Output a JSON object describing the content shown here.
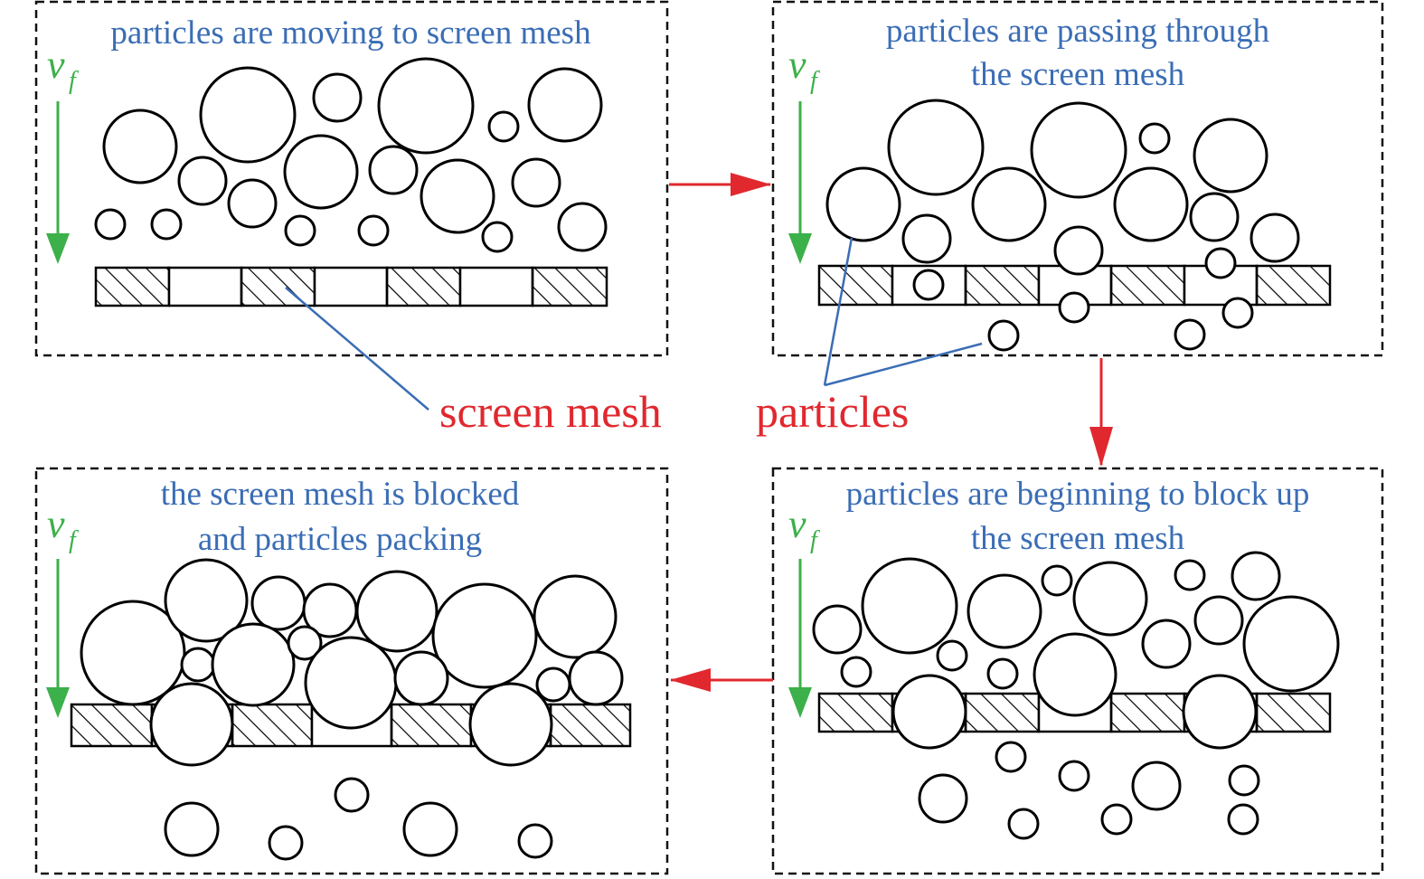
{
  "colors": {
    "panel_text": "#3a6db5",
    "label_red": "#e0282e",
    "flow_arrow": "#e0282e",
    "velocity": "#3cb04a",
    "leader_line": "#3a6db5"
  },
  "velocity_symbol": {
    "main": "v",
    "subscript": "f"
  },
  "panels": [
    {
      "lines": [
        "particles are moving to screen mesh"
      ]
    },
    {
      "lines": [
        "particles are passing through",
        "the screen mesh"
      ]
    },
    {
      "lines": [
        "particles are beginning to block up",
        "the screen mesh"
      ]
    },
    {
      "lines": [
        "the screen mesh is blocked",
        "and particles packing"
      ]
    }
  ],
  "labels": {
    "screen_mesh": "screen mesh",
    "particles": "particles"
  }
}
